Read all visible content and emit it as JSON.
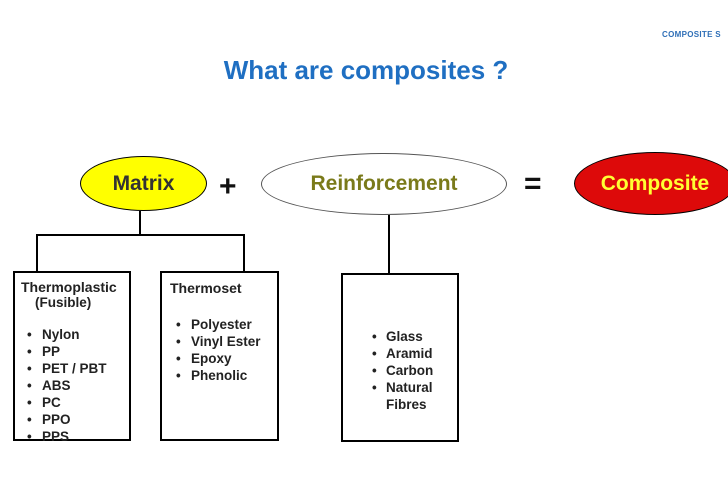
{
  "header": {
    "corner_text": "COMPOSITE S",
    "title": "What are composites ?"
  },
  "equation": {
    "matrix": "Matrix",
    "plus": "+",
    "reinforcement": "Reinforcement",
    "equals": "=",
    "composite": "Composite"
  },
  "colors": {
    "title": "#1f6fc2",
    "matrix_fill": "#ffff00",
    "composite_fill": "#dd0a0a",
    "composite_text": "#ffff33",
    "reinforcement_text": "#7a7a1a"
  },
  "thermoplastic": {
    "heading_line1": "Thermoplastic",
    "heading_line2": "(Fusible)",
    "items": [
      "Nylon",
      "PP",
      "PET / PBT",
      "ABS",
      "PC",
      "PPO",
      "PPS"
    ]
  },
  "thermoset": {
    "heading": "Thermoset",
    "items": [
      "Polyester",
      "Vinyl Ester",
      "Epoxy",
      "Phenolic"
    ]
  },
  "reinforcement_types": {
    "items": [
      "Glass",
      "Aramid",
      "Carbon",
      "Natural Fibres"
    ]
  }
}
